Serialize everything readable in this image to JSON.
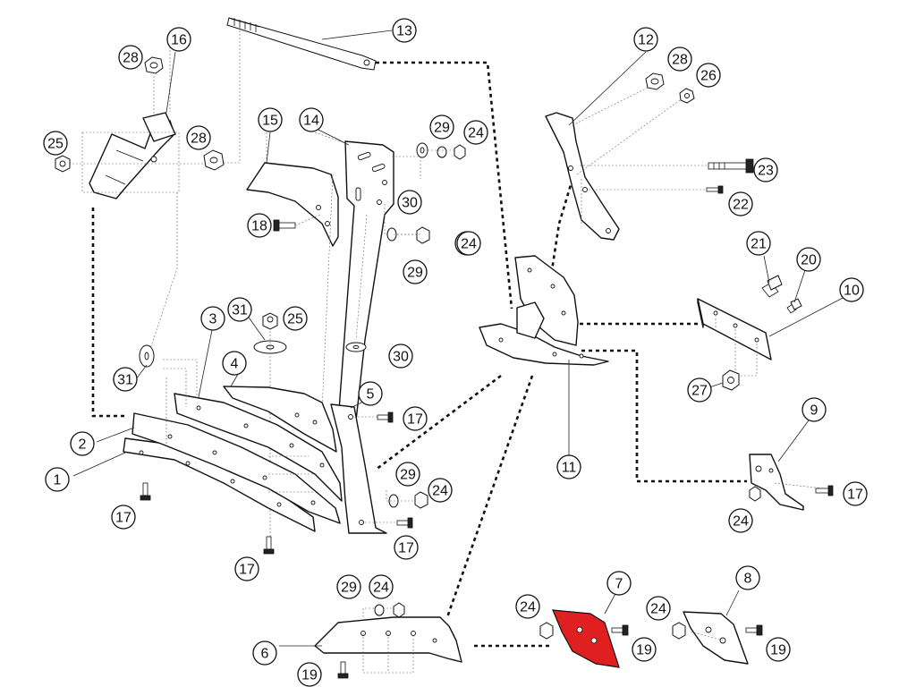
{
  "highlight_color": "#e02020",
  "highlighted_part": "7",
  "callouts": [
    {
      "id": "c1",
      "label": "1"
    },
    {
      "id": "c2",
      "label": "2"
    },
    {
      "id": "c3",
      "label": "3"
    },
    {
      "id": "c4",
      "label": "4"
    },
    {
      "id": "c5",
      "label": "5"
    },
    {
      "id": "c6",
      "label": "6"
    },
    {
      "id": "c7",
      "label": "7"
    },
    {
      "id": "c8",
      "label": "8"
    },
    {
      "id": "c9",
      "label": "9"
    },
    {
      "id": "c10",
      "label": "10"
    },
    {
      "id": "c11",
      "label": "11"
    },
    {
      "id": "c12",
      "label": "12"
    },
    {
      "id": "c13",
      "label": "13"
    },
    {
      "id": "c14",
      "label": "14"
    },
    {
      "id": "c15",
      "label": "15"
    },
    {
      "id": "c16",
      "label": "16"
    },
    {
      "id": "c17a",
      "label": "17"
    },
    {
      "id": "c17b",
      "label": "17"
    },
    {
      "id": "c17c",
      "label": "17"
    },
    {
      "id": "c17d",
      "label": "17"
    },
    {
      "id": "c17e",
      "label": "17"
    },
    {
      "id": "c18",
      "label": "18"
    },
    {
      "id": "c19a",
      "label": "19"
    },
    {
      "id": "c19b",
      "label": "19"
    },
    {
      "id": "c19c",
      "label": "19"
    },
    {
      "id": "c20",
      "label": "20"
    },
    {
      "id": "c21",
      "label": "21"
    },
    {
      "id": "c22",
      "label": "22"
    },
    {
      "id": "c23",
      "label": "23"
    },
    {
      "id": "c24a",
      "label": "24"
    },
    {
      "id": "c24b",
      "label": "24"
    },
    {
      "id": "c24c",
      "label": "24"
    },
    {
      "id": "c24d",
      "label": "24"
    },
    {
      "id": "c24e",
      "label": "24"
    },
    {
      "id": "c24f",
      "label": "24"
    },
    {
      "id": "c24g",
      "label": "24"
    },
    {
      "id": "c24h",
      "label": "24"
    },
    {
      "id": "c25a",
      "label": "25"
    },
    {
      "id": "c25b",
      "label": "25"
    },
    {
      "id": "c26",
      "label": "26"
    },
    {
      "id": "c27",
      "label": "27"
    },
    {
      "id": "c28a",
      "label": "28"
    },
    {
      "id": "c28b",
      "label": "28"
    },
    {
      "id": "c28c",
      "label": "28"
    },
    {
      "id": "c29a",
      "label": "29"
    },
    {
      "id": "c29b",
      "label": "29"
    },
    {
      "id": "c29c",
      "label": "29"
    },
    {
      "id": "c29d",
      "label": "29"
    },
    {
      "id": "c30a",
      "label": "30"
    },
    {
      "id": "c30b",
      "label": "30"
    },
    {
      "id": "c31a",
      "label": "31"
    },
    {
      "id": "c31b",
      "label": "31"
    }
  ]
}
